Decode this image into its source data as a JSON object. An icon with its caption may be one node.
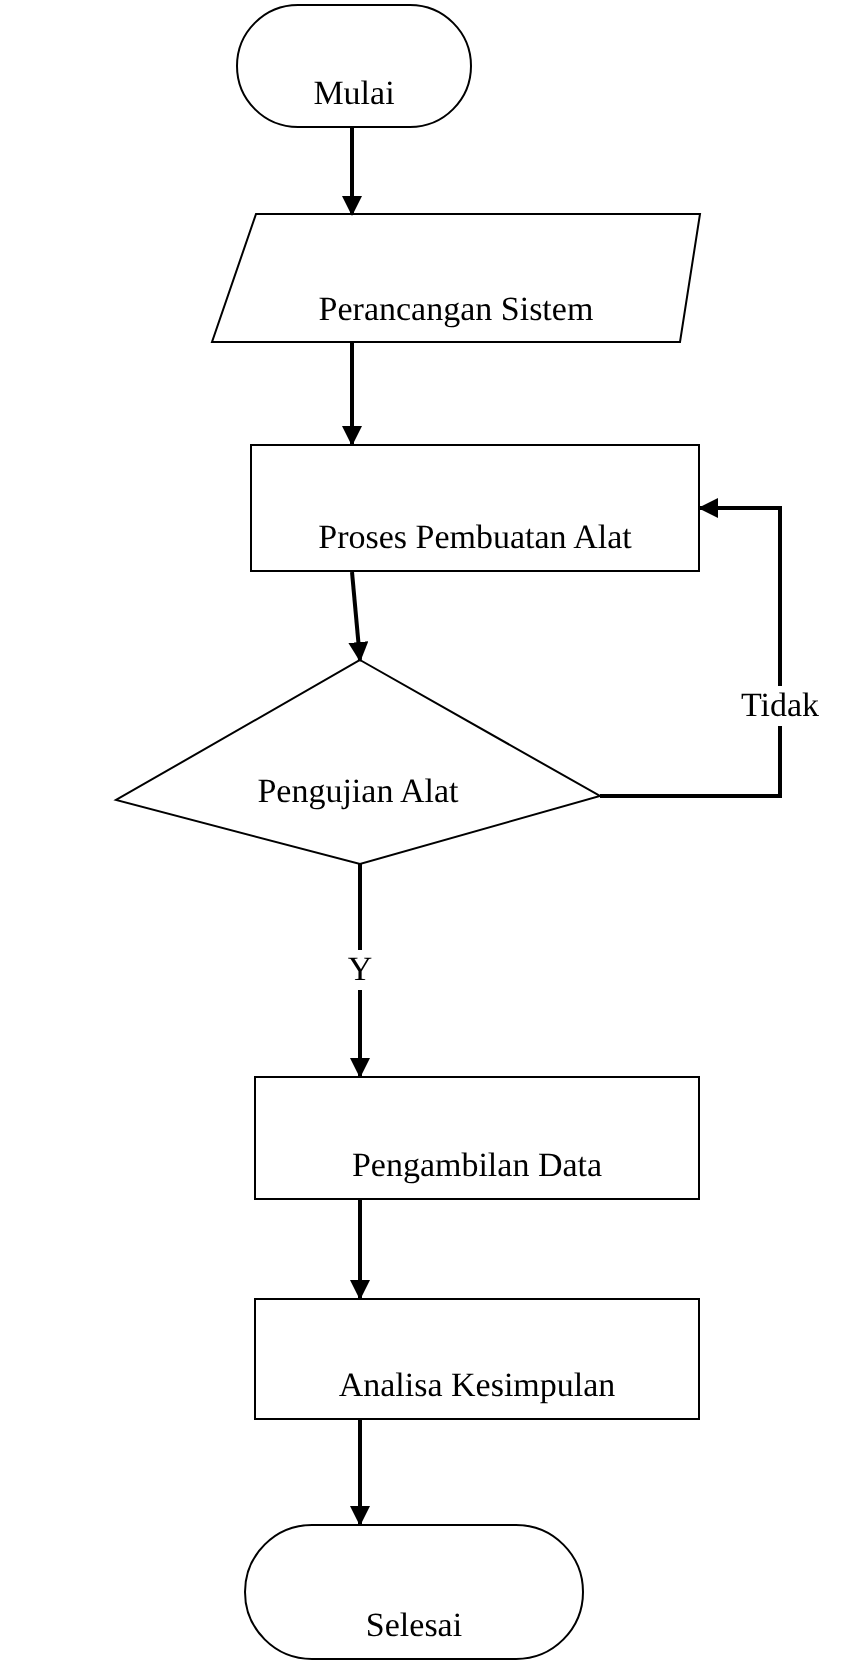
{
  "diagram": {
    "nodes": [
      {
        "text": [
          "Mulai"
        ]
      },
      {
        "text": [
          "Perancangan Sistem"
        ]
      },
      {
        "text": [
          "Proses Pembuatan Alat"
        ]
      },
      {
        "text": [
          "Pengujian Alat"
        ]
      },
      {
        "text": [
          "Pengambilan Data"
        ]
      },
      {
        "text": [
          "Analisa Kesimpulan"
        ]
      },
      {
        "text": [
          "Selesai"
        ]
      }
    ],
    "edges": [
      {
        "from": 0,
        "to": 1,
        "arrow": "to"
      },
      {
        "from": 1,
        "to": 2,
        "arrow": "to"
      },
      {
        "from": 2,
        "to": 3,
        "arrow": "to"
      },
      {
        "from": 3,
        "to": 2,
        "arrow": "to",
        "label": "Tidak"
      },
      {
        "from": 3,
        "to": 4,
        "arrow": "to",
        "label": "Y"
      },
      {
        "from": 4,
        "to": 5,
        "arrow": "to"
      },
      {
        "from": 5,
        "to": 6,
        "arrow": "to"
      }
    ]
  }
}
